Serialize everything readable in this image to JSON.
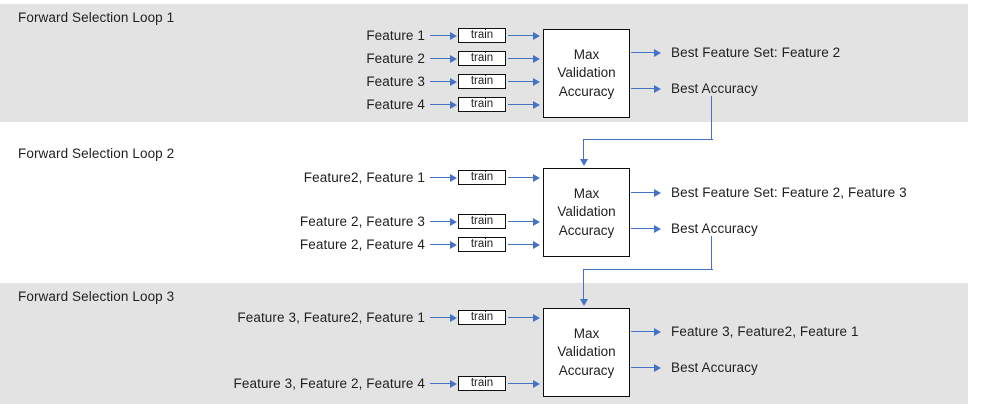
{
  "colors": {
    "band_gray": "#e3e3e3",
    "arrow_blue": "#4472c4",
    "text": "#1f1f1f",
    "box_border": "#0d0d0d",
    "page_bg": "#ffffff"
  },
  "loops": [
    {
      "title": "Forward Selection Loop 1",
      "band_shaded": true,
      "train_label": "train",
      "processor": {
        "line1": "Max",
        "line2": "Validation",
        "line3": "Accuracy"
      },
      "inputs": [
        "Feature 1",
        "Feature 2",
        "Feature 3",
        "Feature 4"
      ],
      "outputs": [
        "Best Feature Set: Feature 2",
        "Best Accuracy"
      ]
    },
    {
      "title": "Forward Selection Loop 2",
      "band_shaded": false,
      "train_label": "train",
      "processor": {
        "line1": "Max",
        "line2": "Validation",
        "line3": "Accuracy"
      },
      "inputs": [
        "Feature2, Feature 1",
        "Feature 2, Feature 3",
        "Feature 2, Feature 4"
      ],
      "outputs": [
        "Best Feature Set: Feature 2, Feature 3",
        "Best Accuracy"
      ]
    },
    {
      "title": "Forward Selection Loop 3",
      "band_shaded": true,
      "train_label": "train",
      "processor": {
        "line1": "Max",
        "line2": "Validation",
        "line3": "Accuracy"
      },
      "inputs": [
        "Feature 3, Feature2, Feature 1",
        "Feature 3, Feature 2, Feature 4"
      ],
      "outputs": [
        "Feature 3, Feature2, Feature 1",
        "Best Accuracy"
      ]
    }
  ]
}
